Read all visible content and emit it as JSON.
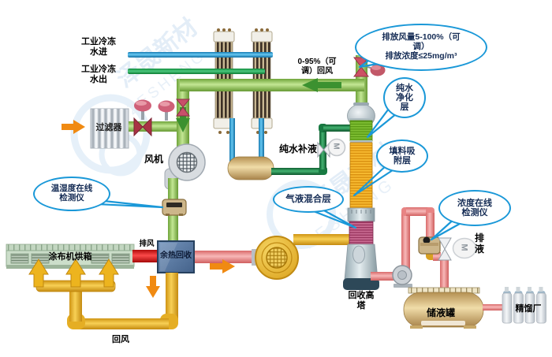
{
  "watermark": {
    "cn": "泽晟新材",
    "en": "ZESHENG"
  },
  "labels": {
    "chilled_water_in": "工业冷冻\n水进",
    "chilled_water_out": "工业冷冻\n水出",
    "filter": "过滤器",
    "fan": "风机",
    "return_air_adjustable": "0-95%（可\n调）回风",
    "pure_water_refill": "纯水补液",
    "exhaust_air": "排风",
    "heat_recovery": "余热回收",
    "oven": "涂布机烘箱",
    "return_air": "回风",
    "recovery_tower": "回收高\n塔",
    "drain": "排\n液",
    "storage_tank": "储液罐",
    "distillery": "精馏厂",
    "motor": "M"
  },
  "callouts": {
    "emission": "排放风量5-100%（可\n调）\n排放浓度≤25mg/m³",
    "pure_water_layer": "纯水\n净化\n层",
    "packing_layer": "填料吸\n附层",
    "mixing_layer": "气液混合层",
    "temp_humidity_detector": "温湿度在线\n检测仪",
    "concentration_detector": "浓度在线\n检测仪"
  },
  "colors": {
    "callout_border": "#1a98d8",
    "duct_green": "#8cc153",
    "water_blue": "#2aa7e0",
    "water_green": "#1ba54a",
    "pure_water_green": "#1d8044",
    "exhaust_red": "#e01212",
    "recovered_pink": "#ee8b8b",
    "return_yellow": "#eeb31e",
    "tower_purify_green": "#74b229",
    "tower_packing_orange": "#f0a411",
    "tower_mixing_pink": "#b84a74",
    "heat_recovery_blue": "#5a7ca8"
  }
}
